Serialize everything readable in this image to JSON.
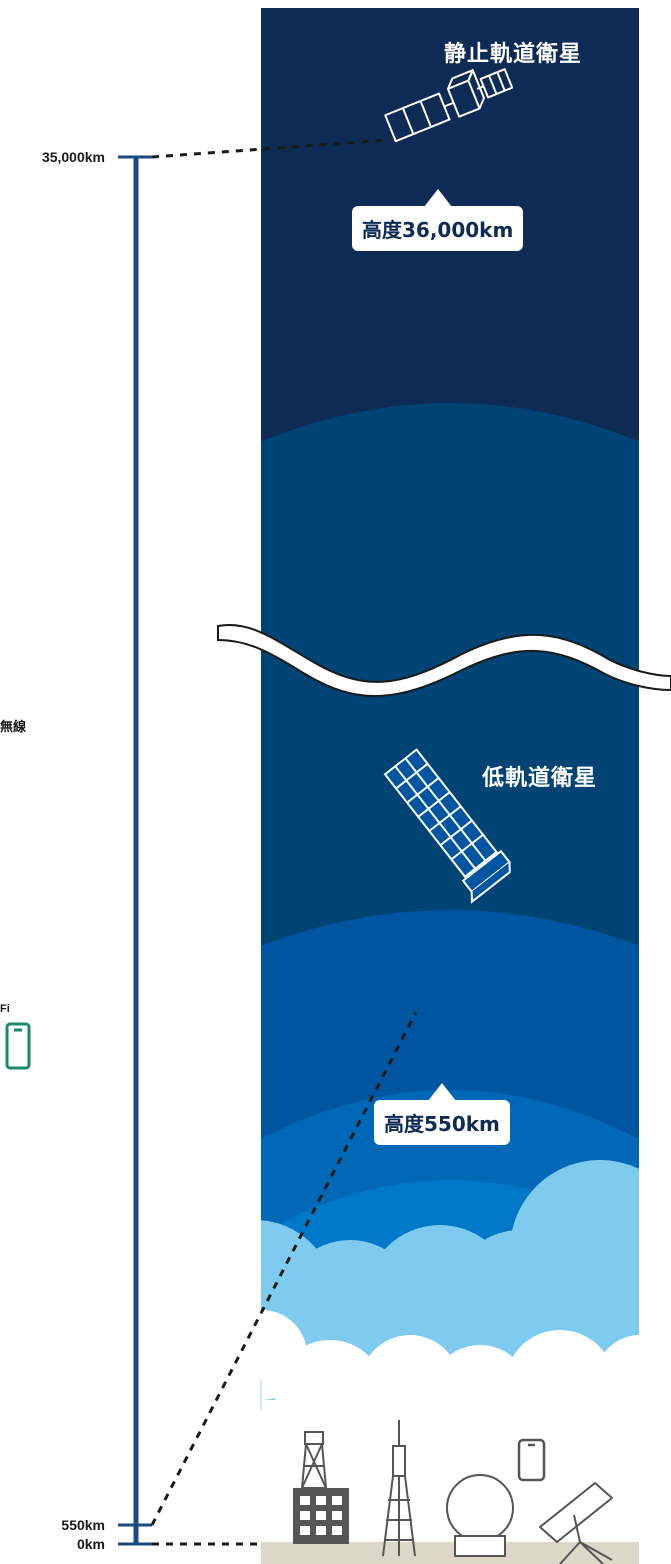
{
  "scale": {
    "tick_top": "35,000km",
    "tick_mid": "550km",
    "tick_bottom": "0km"
  },
  "side_labels": {
    "wireless_partial": "無線",
    "wifi_partial": "Fi"
  },
  "geo_satellite": {
    "name": "静止軌道衛星",
    "altitude_label": "高度36,000km"
  },
  "leo_satellite": {
    "name": "低軌道衛星",
    "altitude_label": "高度550km"
  },
  "colors": {
    "space_dark": "#0d2b55",
    "sky_mid": "#004375",
    "sky_band": "#0055a0",
    "sky_light": "#0068b7",
    "sky_lighter": "#0078c8",
    "cloud_blue": "#7ecbef",
    "cloud_white": "#ffffff",
    "ground": "#dcd7c6",
    "axis_line": "#1a4a80",
    "wifi_green": "#1a8a6a"
  }
}
